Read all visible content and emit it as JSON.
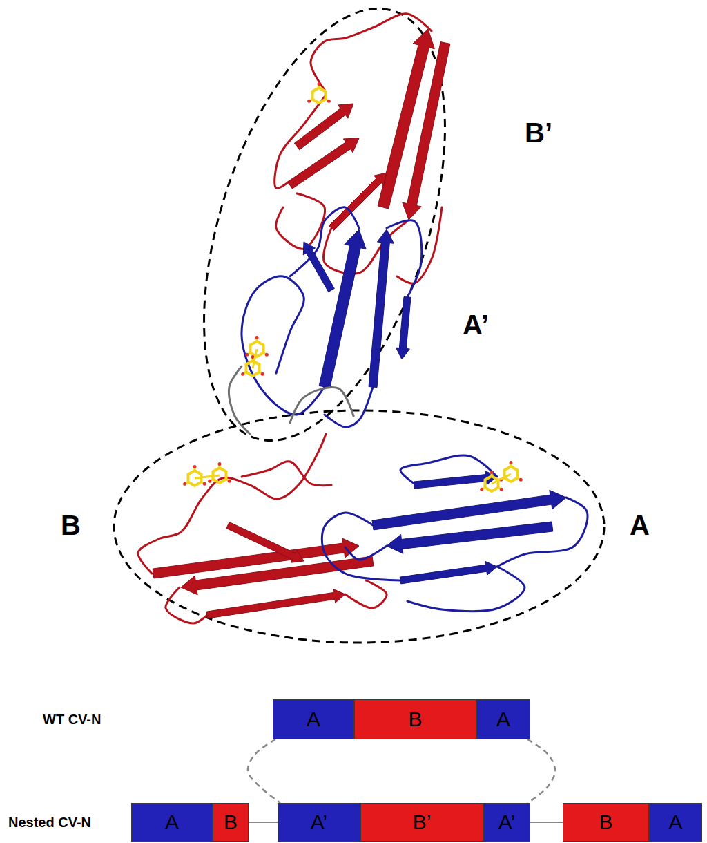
{
  "diagram": {
    "nodes": [
      {
        "text": [
          "A"
        ]
      },
      {
        "text": [
          "B"
        ]
      },
      {
        "text": [
          "A"
        ]
      },
      {
        "text": [
          "A"
        ]
      },
      {
        "text": [
          "B"
        ]
      },
      {
        "text": [
          "A’"
        ]
      },
      {
        "text": [
          "B’"
        ]
      },
      {
        "text": [
          "A’"
        ]
      },
      {
        "text": [
          "B"
        ]
      },
      {
        "text": [
          "A"
        ]
      }
    ],
    "edges": [
      {
        "from": 4,
        "to": 5,
        "arrow": "none"
      },
      {
        "from": 7,
        "to": 8,
        "arrow": "none"
      },
      {
        "from": 0,
        "to": 5,
        "arrow": "none"
      },
      {
        "from": 2,
        "to": 7,
        "arrow": "none"
      }
    ],
    "labels": [
      "B’",
      "A’",
      "B",
      "A",
      "WT CV-N",
      "Nested CV-N"
    ]
  }
}
